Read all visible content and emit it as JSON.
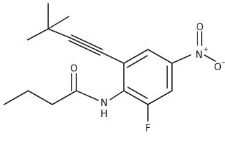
{
  "molecule": {
    "atoms": {
      "nitro_n": "N",
      "nitro_n_charge": "+",
      "nitro_o_top": "O",
      "nitro_o_right": "O",
      "nitro_o_right_charge": "−",
      "amide_o": "O",
      "amide_n": "N",
      "amide_h": "H",
      "fluorine": "F"
    }
  }
}
